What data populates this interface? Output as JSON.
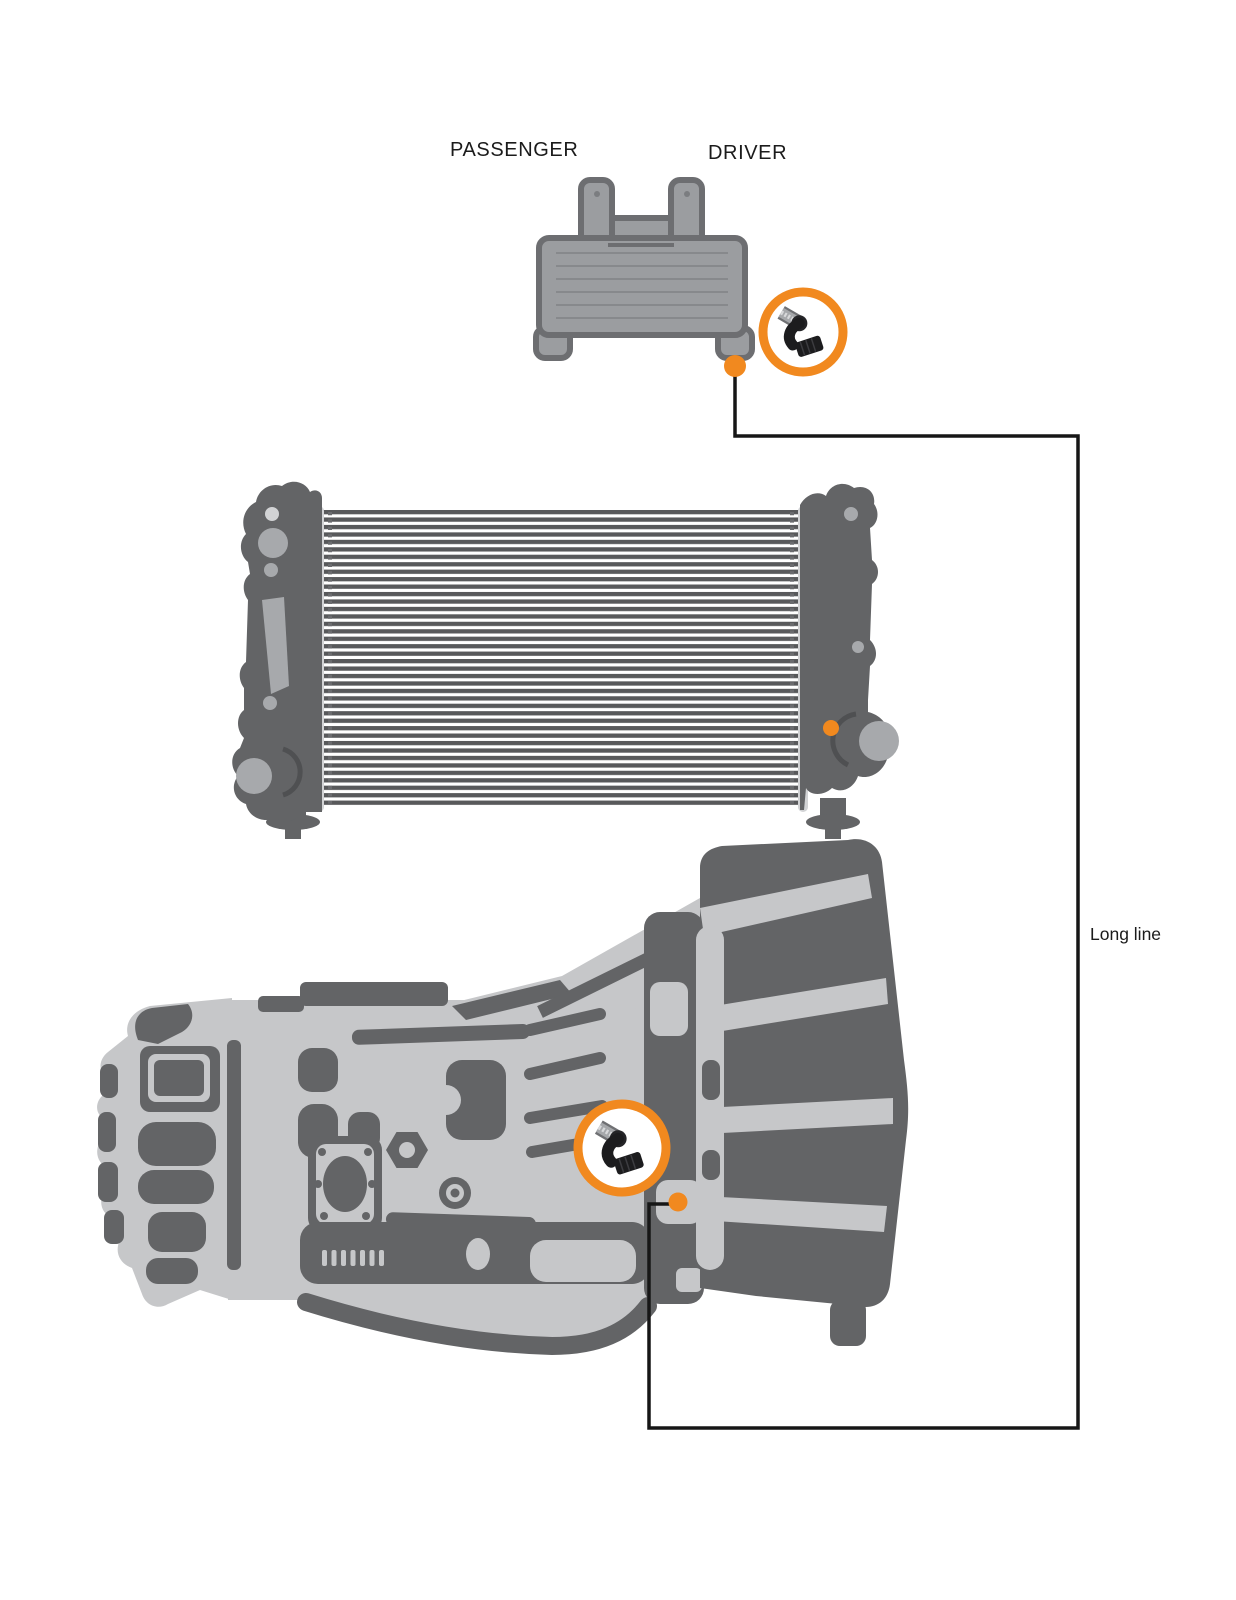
{
  "diagram": {
    "title": "Transmission cooler line routing diagram",
    "labels": {
      "passenger": "PASSENGER",
      "driver": "DRIVER",
      "long_line": "Long line"
    },
    "icons": {
      "cooler_fitting_icon": "90-degree-hose-end-fitting",
      "transmission_fitting_icon": "90-degree-hose-end-fitting",
      "cooler_port_marker": "orange-port-dot",
      "radiator_port_marker": "orange-port-dot",
      "transmission_port_marker": "orange-port-dot"
    },
    "colors": {
      "orange": "#F1891F",
      "grayDark": "#636466",
      "grayMid": "#9B9DA0",
      "grayLight": "#C6C7C9",
      "grayLighter": "#D2D3D5",
      "outline": "#6D6E71",
      "stripe": "#58595B",
      "lineBlack": "#161616",
      "fittingBlack": "#1C1C1E",
      "hoseSilver": "#A6A8AB"
    }
  }
}
